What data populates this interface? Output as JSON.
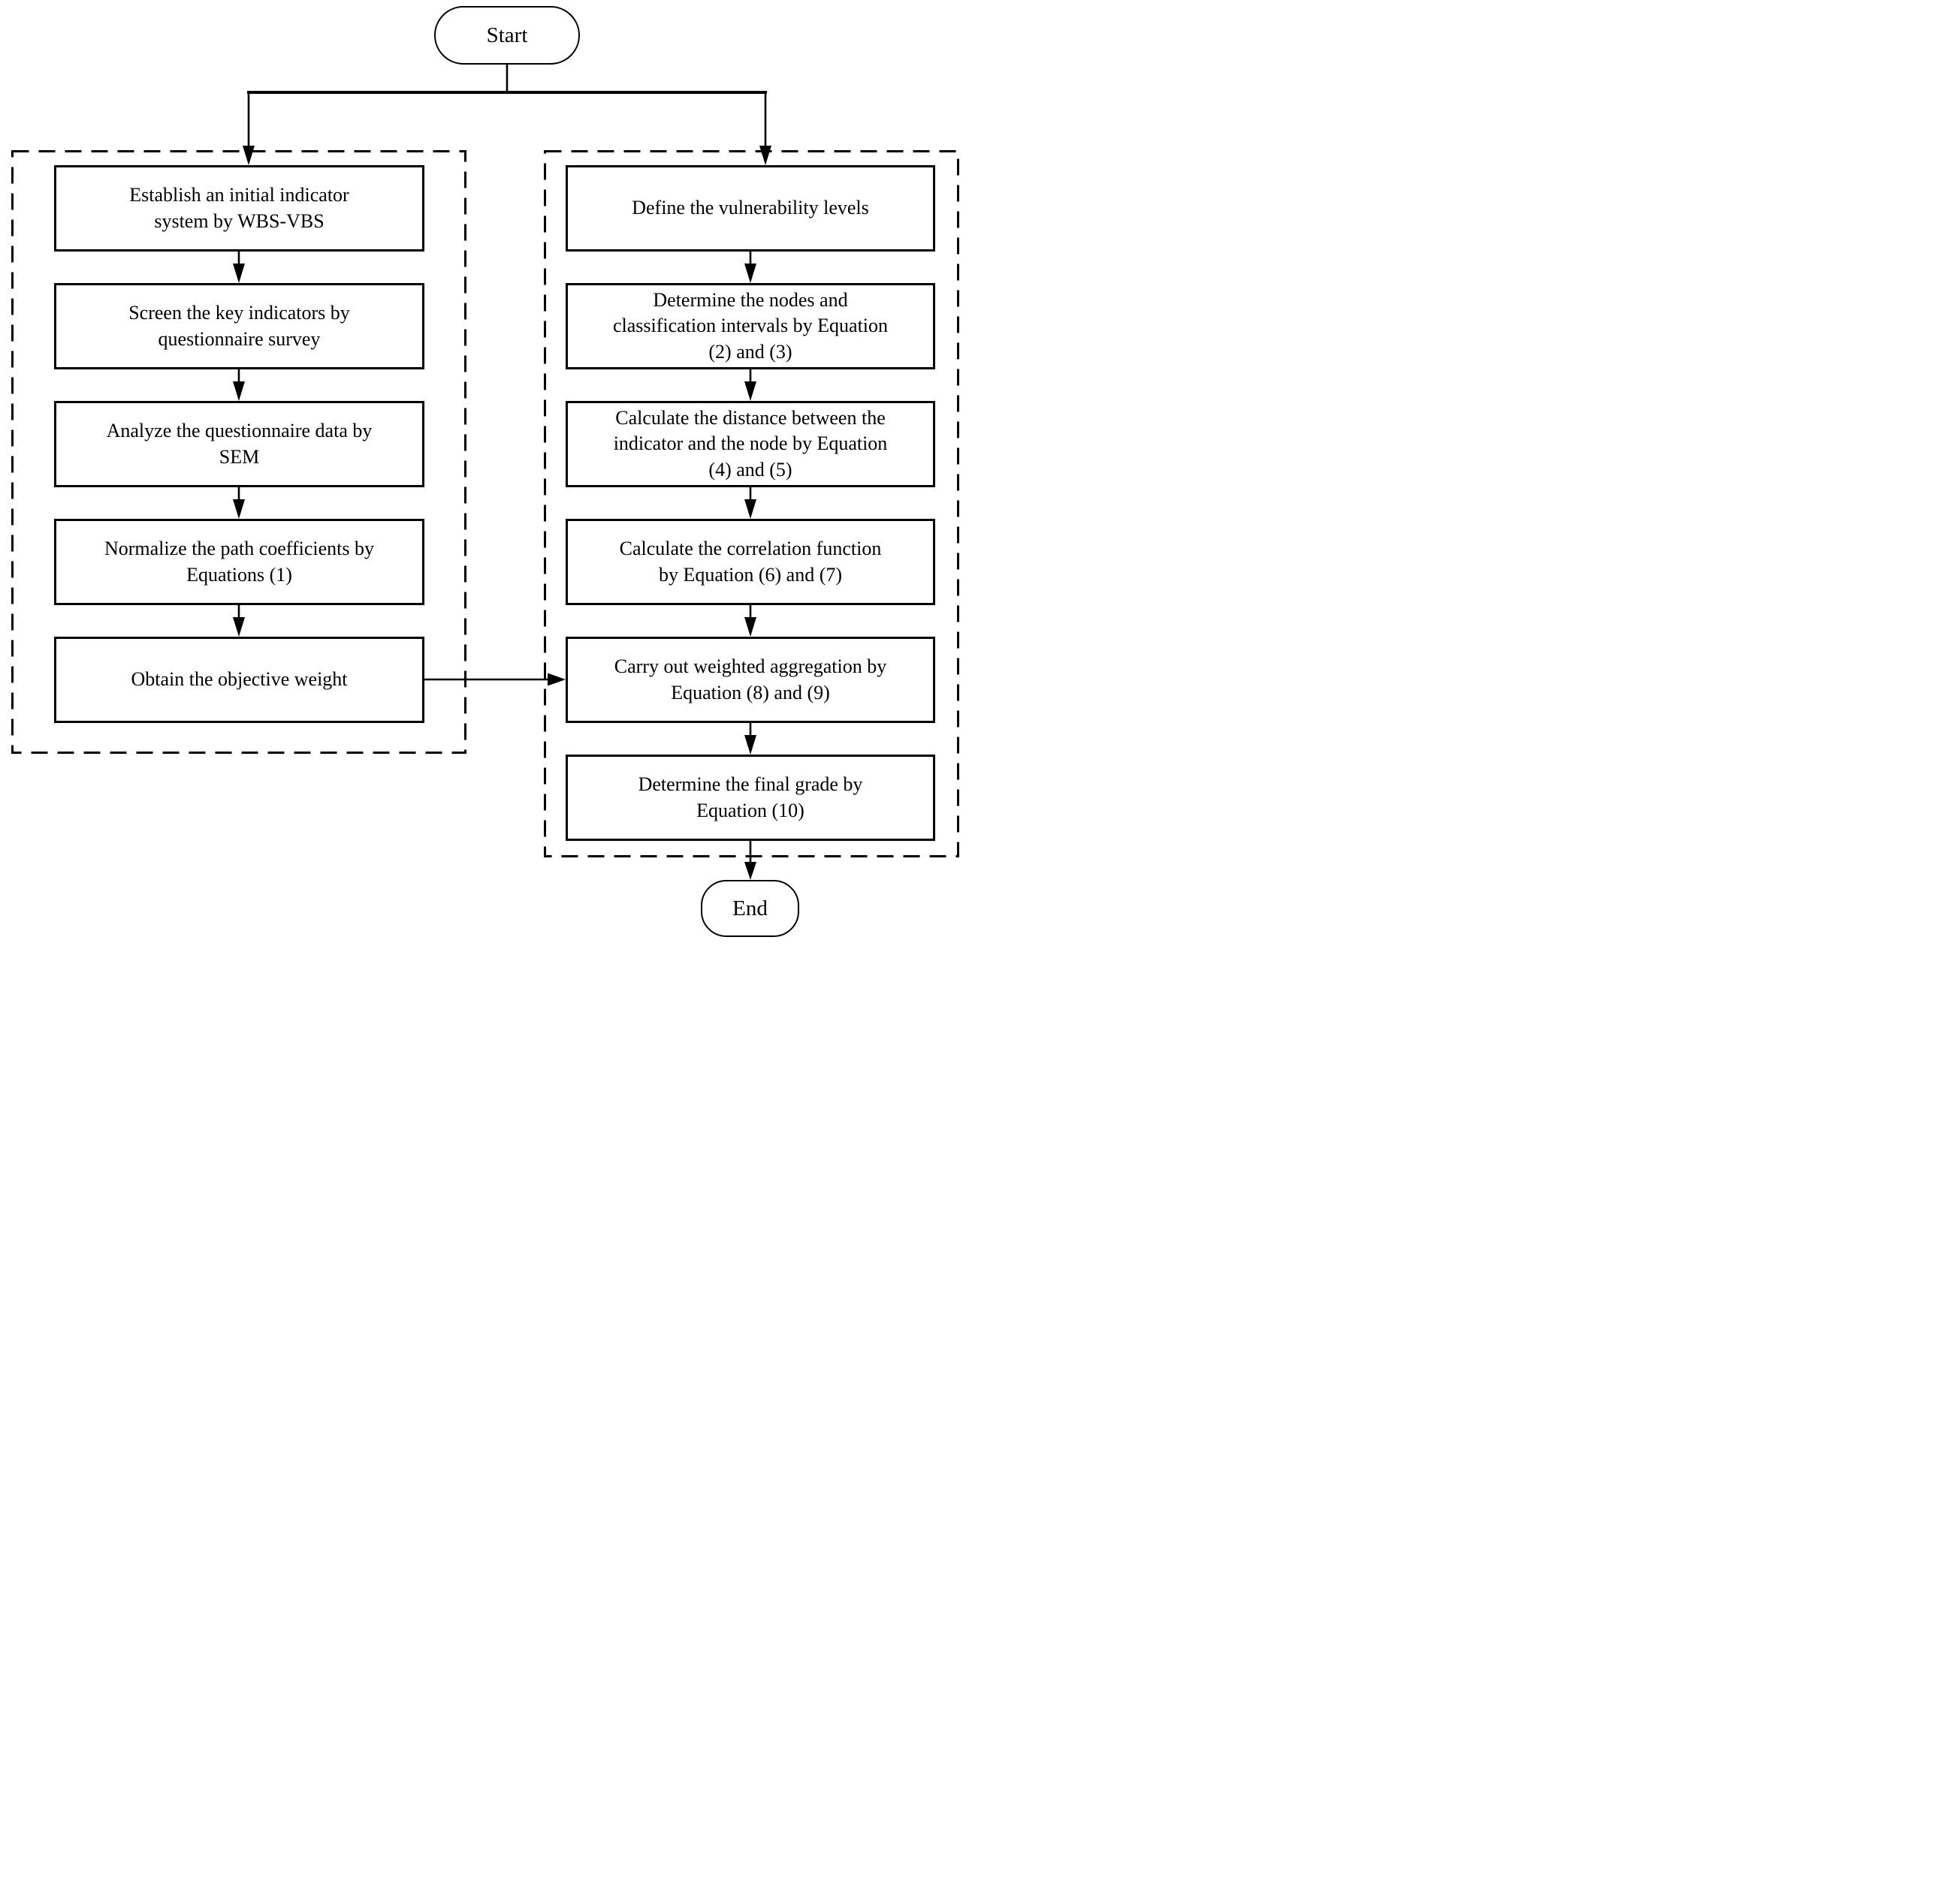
{
  "flowchart": {
    "start_label": "Start",
    "end_label": "End",
    "left_group": {
      "steps": [
        "Establish an initial indicator\nsystem by WBS-VBS",
        "Screen the key indicators by\nquestionnaire survey",
        "Analyze the questionnaire data by\nSEM",
        "Normalize the path coefficients by\nEquations (1)",
        "Obtain the objective weight"
      ]
    },
    "right_group": {
      "steps": [
        "Define the vulnerability levels",
        "Determine the nodes and\nclassification intervals by Equation\n(2) and (3)",
        "Calculate the distance between the\nindicator and the node by Equation\n(4) and (5)",
        "Calculate the correlation function\nby Equation (6) and (7)",
        "Carry out weighted aggregation by\nEquation (8) and (9)",
        "Determine the final grade by\nEquation (10)"
      ]
    },
    "colors": {
      "line": "#000000",
      "background": "#ffffff",
      "text": "#000000"
    }
  }
}
